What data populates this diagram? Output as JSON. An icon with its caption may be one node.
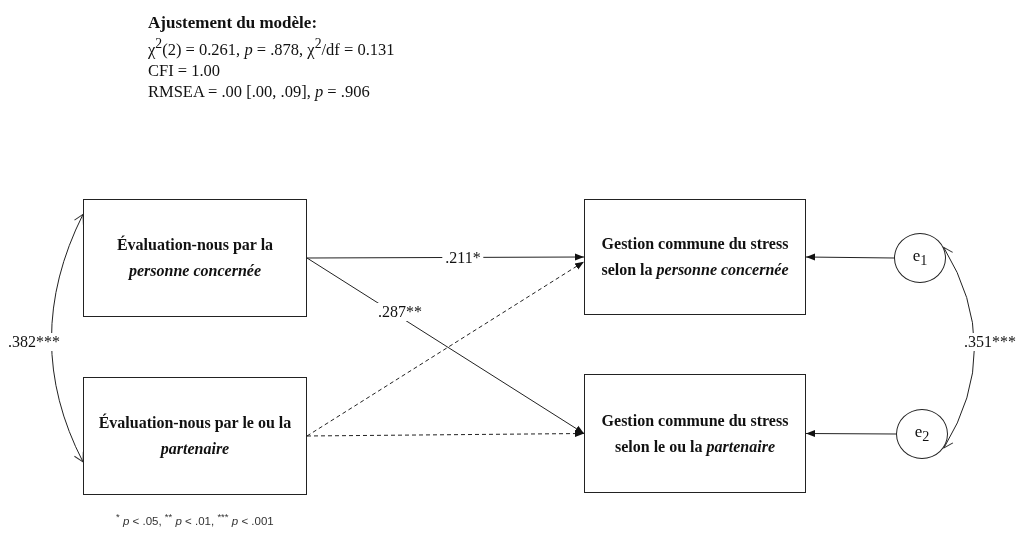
{
  "diagram": {
    "title": "Ajustement du modèle:",
    "nodes": [
      {
        "text": [
          "Évaluation-nous par la *personne concernée*"
        ]
      },
      {
        "text": [
          "Évaluation-nous par le ou la *partenaire*"
        ]
      },
      {
        "text": [
          "Gestion commune du stress selon la *personne concernée*"
        ]
      },
      {
        "text": [
          "Gestion commune du stress selon le ou la *partenaire*"
        ]
      },
      {
        "text": [
          "e$_{1}$"
        ]
      },
      {
        "text": [
          "e$_{2}$"
        ]
      }
    ],
    "edges": [
      {
        "from": 0,
        "to": 2,
        "arrow": "to",
        "label": ".211*"
      },
      {
        "from": 0,
        "to": 3,
        "arrow": "to",
        "label": ".287**"
      },
      {
        "from": 1,
        "to": 2,
        "arrow": "to",
        "style": "dashed"
      },
      {
        "from": 1,
        "to": 3,
        "arrow": "to",
        "style": "dashed"
      },
      {
        "from": 4,
        "to": 2,
        "arrow": "to"
      },
      {
        "from": 5,
        "to": 3,
        "arrow": "to"
      },
      {
        "from": 0,
        "to": 1,
        "arrow": "both",
        "label": ".382***"
      },
      {
        "from": 4,
        "to": 5,
        "arrow": "both",
        "label": ".351***"
      }
    ],
    "labels": [
      "χ$^{2}$(2) = 0.261, *p* = .878, χ$^{2}$/df = 0.131",
      "CFI = 1.00",
      "RMSEA = .00 [.00, .09], *p* = .906",
      "$^{*}$ *p* < .05, $^{**}$ *p* < .01, $^{***}$ *p* < .001"
    ]
  }
}
